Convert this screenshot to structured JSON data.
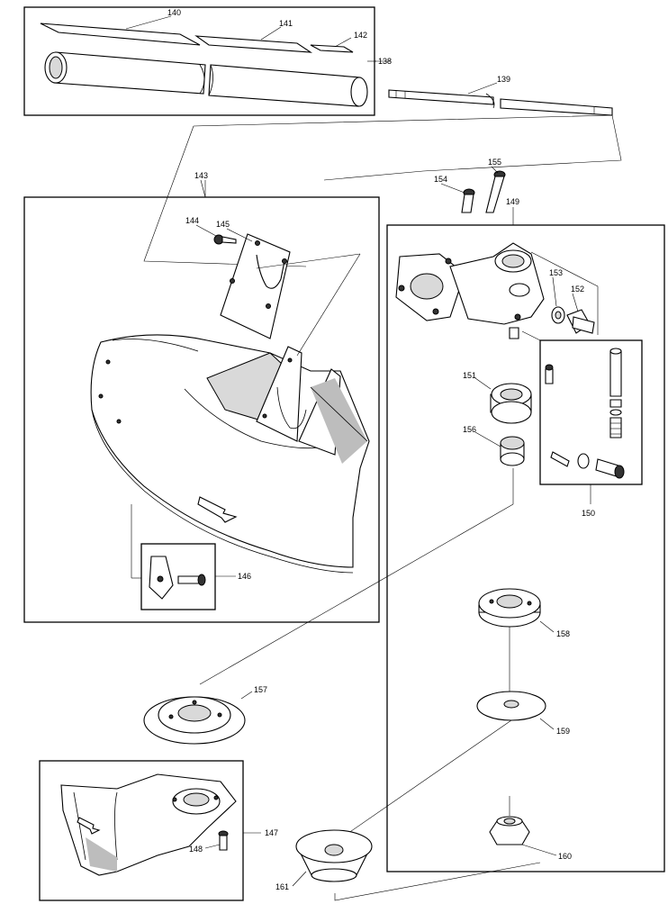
{
  "colors": {
    "line": "#000000",
    "background": "#ffffff",
    "shade": "#bdbdbd"
  },
  "callouts": {
    "p138": "138",
    "p139": "139",
    "p140": "140",
    "p141": "141",
    "p142": "142",
    "p143": "143",
    "p144": "144",
    "p145": "145",
    "p146": "146",
    "p147": "147",
    "p148": "148",
    "p149": "149",
    "p150": "150",
    "p151": "151",
    "p152": "152",
    "p153": "153",
    "p154": "154",
    "p155": "155",
    "p156": "156",
    "p157": "157",
    "p158": "158",
    "p159": "159",
    "p160": "160",
    "p161": "161"
  }
}
